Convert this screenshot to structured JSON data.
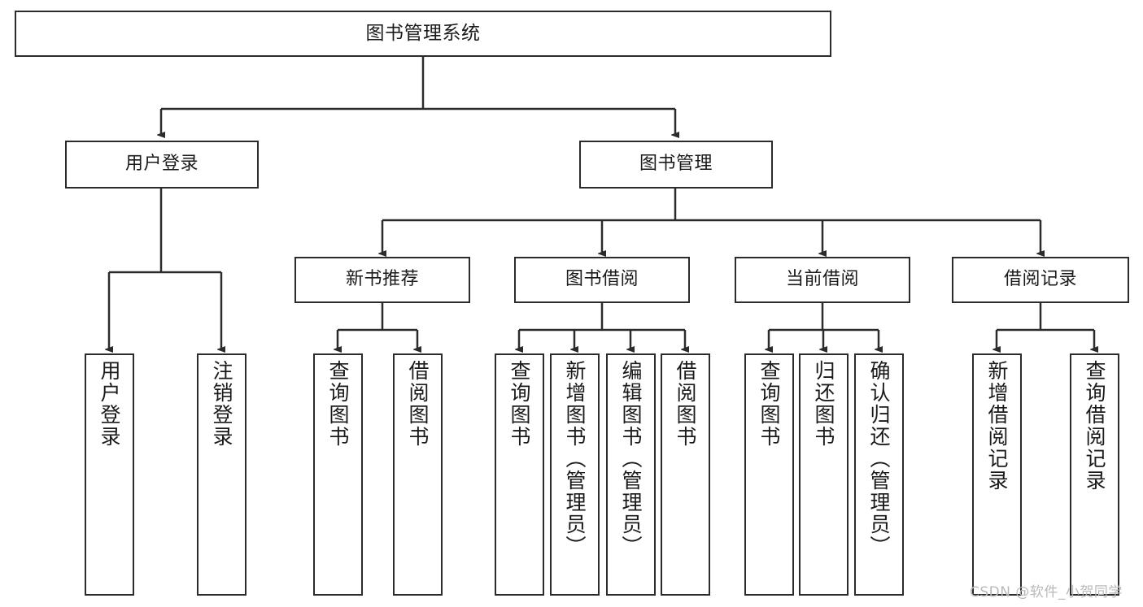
{
  "diagram": {
    "title": "图书管理系统",
    "type": "功能结构图",
    "root": {
      "label": "图书管理系统"
    },
    "level1": [
      {
        "label": "用户登录"
      },
      {
        "label": "图书管理"
      }
    ],
    "level2": [
      {
        "label": "新书推荐"
      },
      {
        "label": "图书借阅"
      },
      {
        "label": "当前借阅"
      },
      {
        "label": "借阅记录"
      }
    ],
    "leaves": {
      "user_login": [
        {
          "label": "用户登录"
        },
        {
          "label": "注销登录"
        }
      ],
      "new_book_recommend": [
        {
          "label": "查询图书"
        },
        {
          "label": "借阅图书"
        }
      ],
      "book_borrow": [
        {
          "label": "查询图书"
        },
        {
          "label": "新增图书（管理员）"
        },
        {
          "label": "编辑图书（管理员）"
        },
        {
          "label": "借阅图书"
        }
      ],
      "current_borrow": [
        {
          "label": "查询图书"
        },
        {
          "label": "归还图书"
        },
        {
          "label": "确认归还（管理员）"
        }
      ],
      "borrow_record": [
        {
          "label": "新增借阅记录"
        },
        {
          "label": "查询借阅记录"
        }
      ]
    },
    "watermark": "CSDN @软件_小贺同学",
    "colors": {
      "stroke": "#2b2b2b",
      "fill": "#ffffff",
      "text": "#1a1a1a",
      "watermark": "#b9b9b9"
    }
  }
}
